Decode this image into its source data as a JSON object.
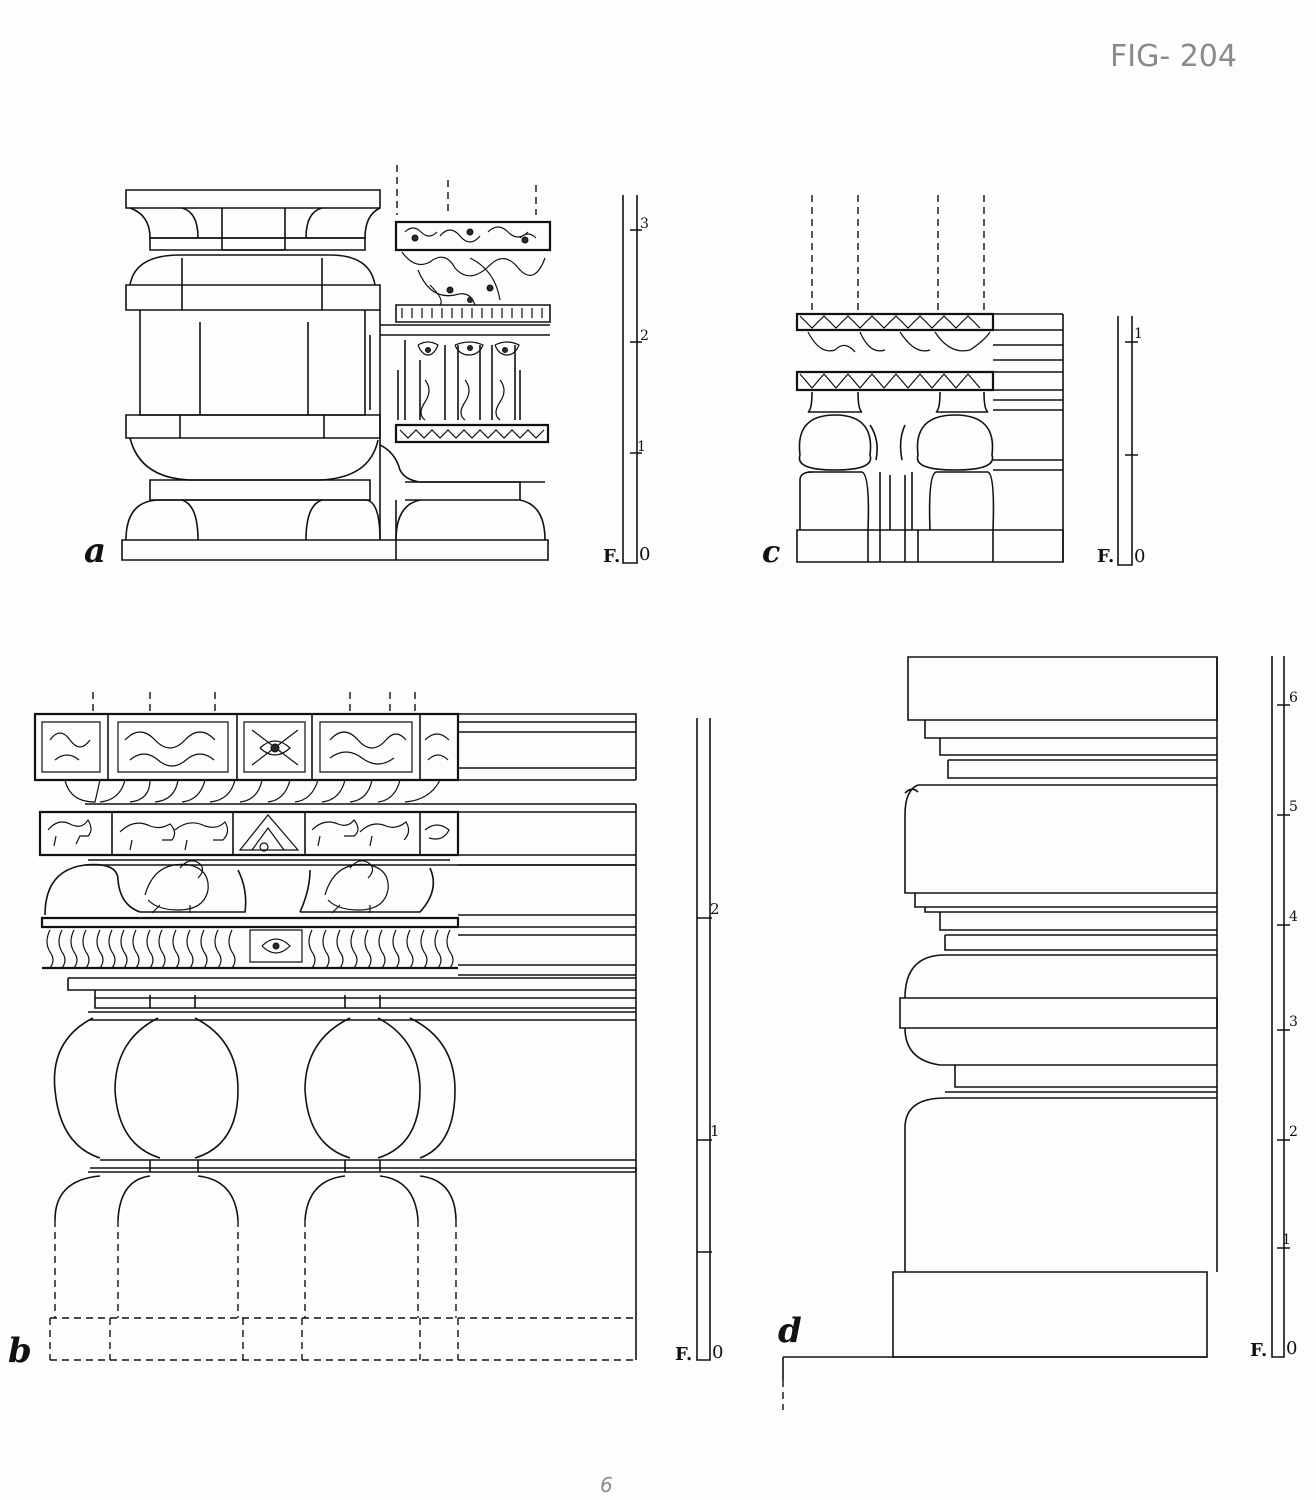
{
  "sheet": {
    "figure_number": "FIG- 204",
    "bottom_mark": "6"
  },
  "panels": [
    {
      "id": "a",
      "letter": "a",
      "scale": {
        "unit": "F.",
        "ticks": [
          "0",
          "1",
          "2",
          "3"
        ]
      }
    },
    {
      "id": "b",
      "letter": "b",
      "scale": {
        "unit": "F.",
        "ticks": [
          "0",
          "1",
          "2"
        ]
      }
    },
    {
      "id": "c",
      "letter": "c",
      "scale": {
        "unit": "F.",
        "ticks": [
          "0",
          "1"
        ]
      }
    },
    {
      "id": "d",
      "letter": "d",
      "scale": {
        "unit": "F.",
        "ticks": [
          "0",
          "1",
          "2",
          "3",
          "4",
          "5",
          "6"
        ]
      }
    }
  ],
  "colors": {
    "ink": "#111111",
    "paper": "#fdfdfb",
    "pencil": "#8a8a8a"
  }
}
